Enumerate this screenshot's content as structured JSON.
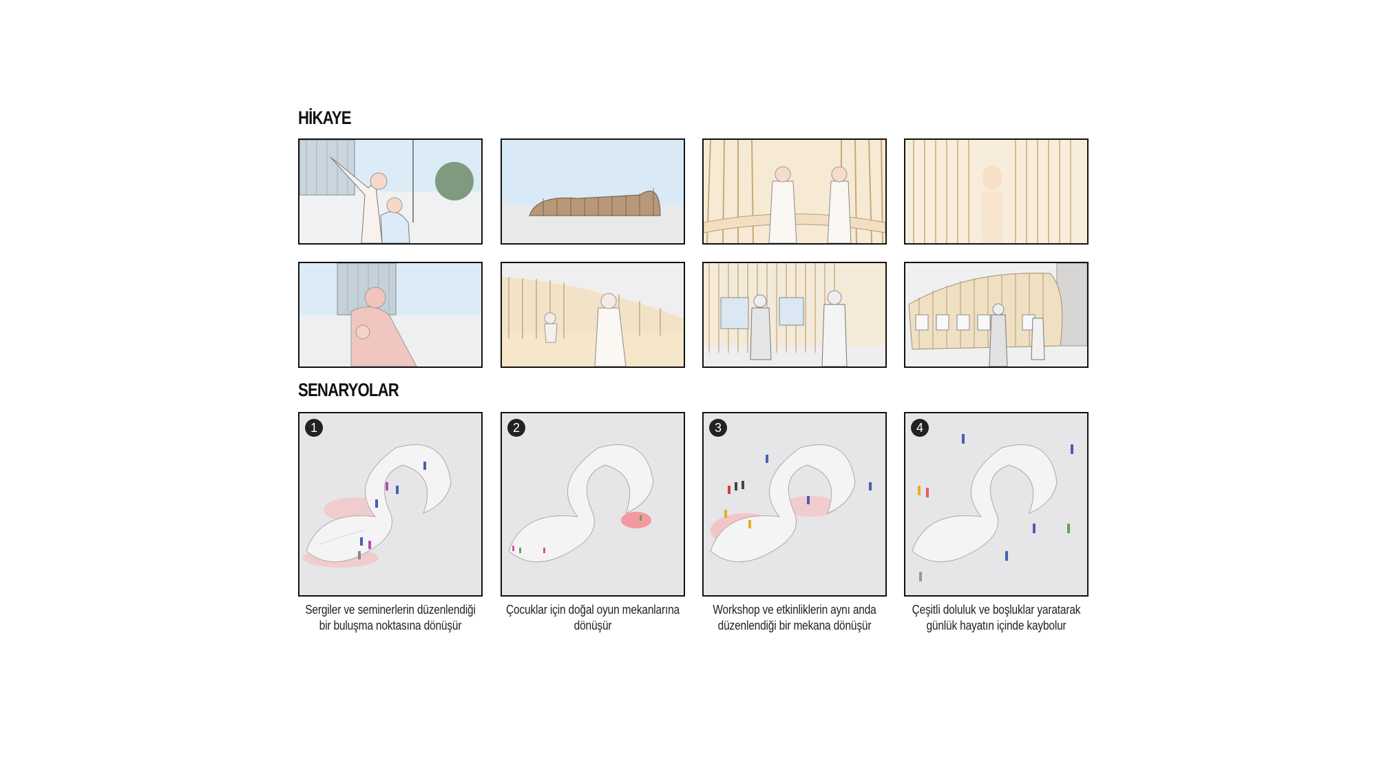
{
  "story": {
    "title": "HİKAYE",
    "frames": [
      {
        "scene": "woman-child-pointing-plaza"
      },
      {
        "scene": "pavilion-distant-view"
      },
      {
        "scene": "inside-pavilion-people"
      },
      {
        "scene": "wooden-slats-closeup"
      },
      {
        "scene": "woman-carrying-child-city"
      },
      {
        "scene": "people-under-pavilion"
      },
      {
        "scene": "exhibition-panels-pavilion"
      },
      {
        "scene": "pavilion-exhibition-wide"
      }
    ]
  },
  "scenarios": {
    "title": "SENARYOLAR",
    "items": [
      {
        "number": "1",
        "caption_line1": "Sergiler ve seminerlerin düzenlendiği",
        "caption_line2": "bir buluşma noktasına dönüşür"
      },
      {
        "number": "2",
        "caption_line1": "Çocuklar için doğal oyun mekanlarına",
        "caption_line2": "dönüşür"
      },
      {
        "number": "3",
        "caption_line1": "Workshop ve etkinliklerin aynı anda",
        "caption_line2": "düzenlendiği bir mekana dönüşür"
      },
      {
        "number": "4",
        "caption_line1": "Çeşitli doluluk ve boşluklar yaratarak",
        "caption_line2": "günlük hayatın içinde kaybolur"
      }
    ]
  }
}
